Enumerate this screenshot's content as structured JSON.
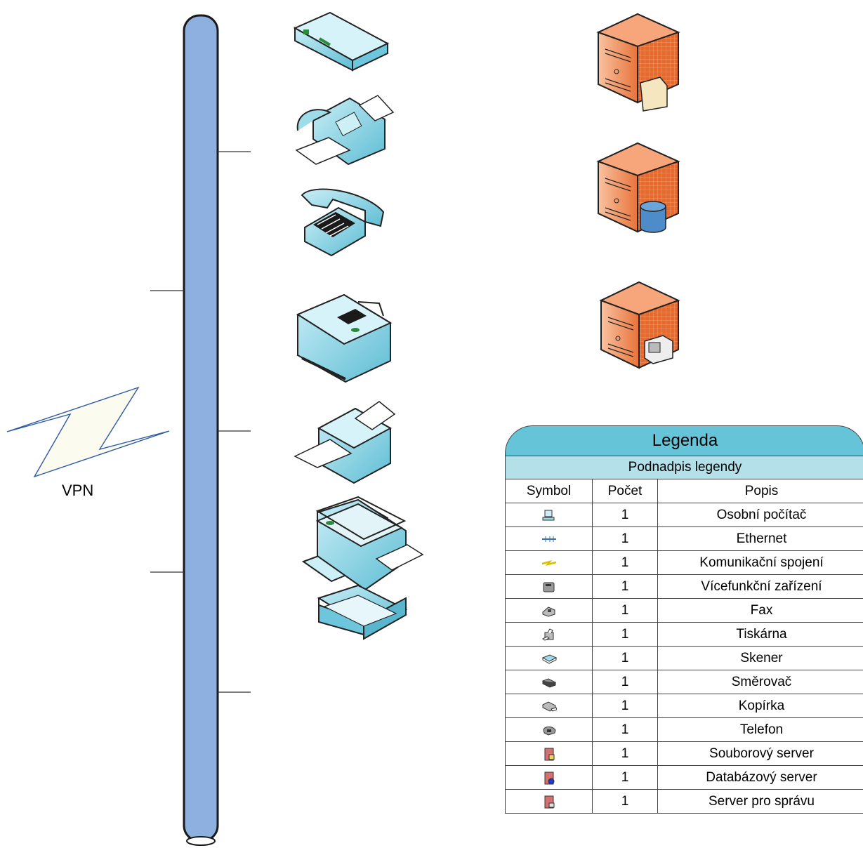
{
  "vpn_label": "VPN",
  "legend": {
    "title": "Legenda",
    "subtitle": "Podnadpis legendy",
    "headers": [
      "Symbol",
      "Počet",
      "Popis"
    ],
    "rows": [
      {
        "icon": "personal-computer-icon",
        "count": "1",
        "desc": "Osobní počítač"
      },
      {
        "icon": "ethernet-icon",
        "count": "1",
        "desc": "Ethernet"
      },
      {
        "icon": "communication-link-icon",
        "count": "1",
        "desc": "Komunikační spojení"
      },
      {
        "icon": "multifunction-device-icon",
        "count": "1",
        "desc": "Vícefunkční zařízení"
      },
      {
        "icon": "fax-icon",
        "count": "1",
        "desc": "Fax"
      },
      {
        "icon": "printer-icon",
        "count": "1",
        "desc": "Tiskárna"
      },
      {
        "icon": "scanner-icon",
        "count": "1",
        "desc": "Skener"
      },
      {
        "icon": "router-icon",
        "count": "1",
        "desc": "Směrovač"
      },
      {
        "icon": "copier-icon",
        "count": "1",
        "desc": "Kopírka"
      },
      {
        "icon": "telephone-icon",
        "count": "1",
        "desc": "Telefon"
      },
      {
        "icon": "file-server-icon",
        "count": "1",
        "desc": "Souborový server"
      },
      {
        "icon": "database-server-icon",
        "count": "1",
        "desc": "Databázový server"
      },
      {
        "icon": "management-server-icon",
        "count": "1",
        "desc": "Server pro správu"
      }
    ]
  },
  "colors": {
    "backbone": "#8eb0e0",
    "device": "#7fcfe0",
    "server": "#f07a3a",
    "legend_title": "#66c4d8",
    "legend_subtitle": "#b4e0ea"
  }
}
